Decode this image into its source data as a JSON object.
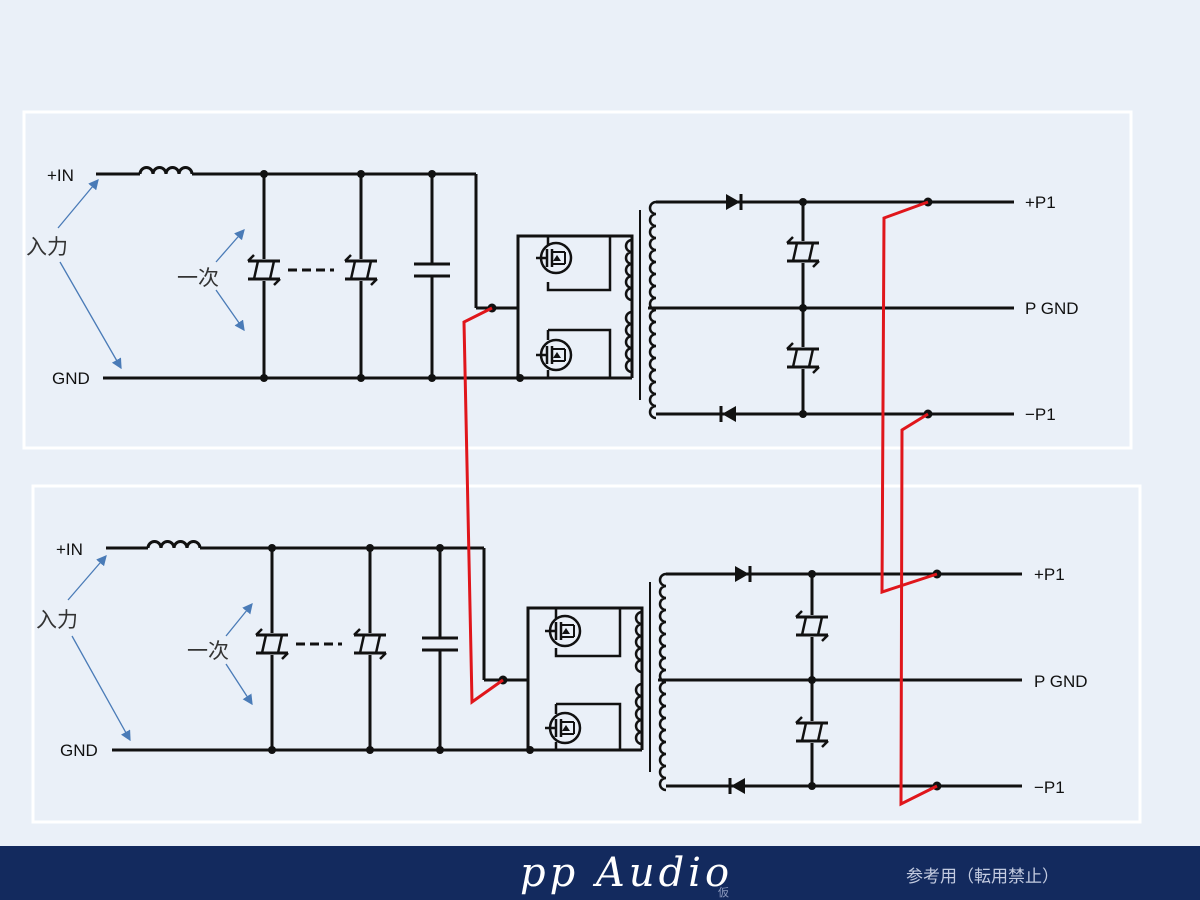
{
  "modules": [
    {
      "in_plus": "+IN",
      "in_gnd": "GND",
      "input_label": "入力",
      "primary_label": "一次",
      "out_plus": "+P1",
      "out_gnd": "P GND",
      "out_minus": "−P1"
    },
    {
      "in_plus": "+IN",
      "in_gnd": "GND",
      "input_label": "入力",
      "primary_label": "一次",
      "out_plus": "+P1",
      "out_gnd": "P GND",
      "out_minus": "−P1"
    }
  ],
  "footer": {
    "brand": "pp Audio",
    "brand_sub": "仮",
    "note": "参考用（転用禁止）"
  },
  "colors": {
    "background": "#eaf0f8",
    "wire": "#111111",
    "red_link": "#e0161b",
    "arrow": "#4a7bb7",
    "footer": "#132a5e"
  }
}
